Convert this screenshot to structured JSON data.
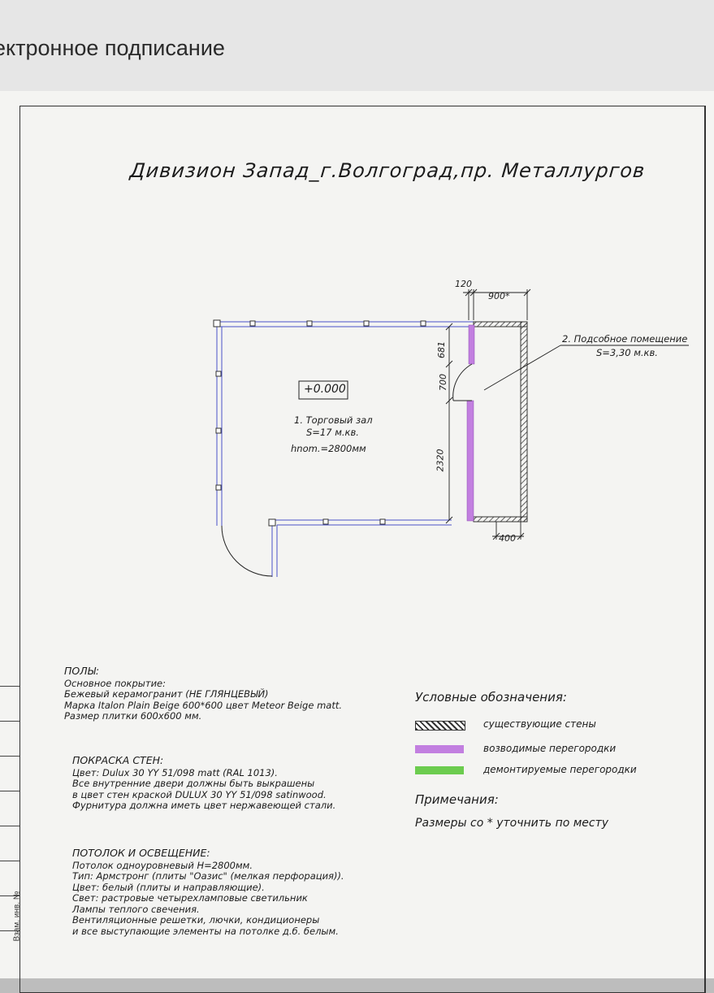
{
  "window": {
    "title": "ектронное подписание"
  },
  "drawing": {
    "title": "Дивизион Запад_г.Волгоград,пр. Металлургов",
    "level_mark": "+0.000",
    "room1": {
      "name": "1. Торговый зал",
      "area": "S=17 м.кв.",
      "height": "hnom.=2800мм"
    },
    "room2": {
      "name": "2. Подсобное помещение",
      "area": "S=3,30 м.кв."
    },
    "dims": {
      "d120": "120",
      "d900": "900*",
      "d681": "681",
      "d700": "700",
      "d2320": "2320",
      "d400": "400"
    }
  },
  "notes": {
    "floors": {
      "heading": "ПОЛЫ:",
      "lines": [
        "Основное покрытие:",
        "Бежевый керамогранит (НЕ ГЛЯНЦЕВЫЙ)",
        "Марка Italon Plain Beige 600*600 цвет Meteor Beige matt.",
        "Размер плитки 600х600 мм."
      ]
    },
    "paint": {
      "heading": "ПОКРАСКА СТЕН:",
      "lines": [
        "Цвет: Dulux 30 YY 51/098 matt (RAL 1013).",
        "Все внутренние двери должны быть выкрашены",
        "в цвет стен краской DULUX 30 YY 51/098 satinwood.",
        "Фурнитура должна иметь цвет нержавеющей стали."
      ]
    },
    "ceiling": {
      "heading": "ПОТОЛОК И ОСВЕЩЕНИЕ:",
      "lines": [
        "Потолок одноуровневый H=2800мм.",
        "Тип: Армстронг (плиты \"Оазис\" (мелкая перфорация)).",
        "Цвет: белый (плиты и направляющие).",
        "Свет: растровые четырехламповые светильник",
        "Лампы теплого свечения.",
        "Вентиляционные решетки, лючки, кондиционеры",
        "и все выступающие элементы на потолке д.б. белым."
      ]
    }
  },
  "legend": {
    "title": "Условные обозначения:",
    "items": [
      {
        "label": "существующие стены",
        "color": "#ffffff"
      },
      {
        "label": "возводимые перегородки",
        "color": "#c27fe0"
      },
      {
        "label": "демонтируемые перегородки",
        "color": "#6ccc4f"
      }
    ]
  },
  "remarks": {
    "title": "Примечания:",
    "text": "Размеры со * уточнить по месту"
  },
  "side_stamp": {
    "label": "Взам. инв. №"
  }
}
